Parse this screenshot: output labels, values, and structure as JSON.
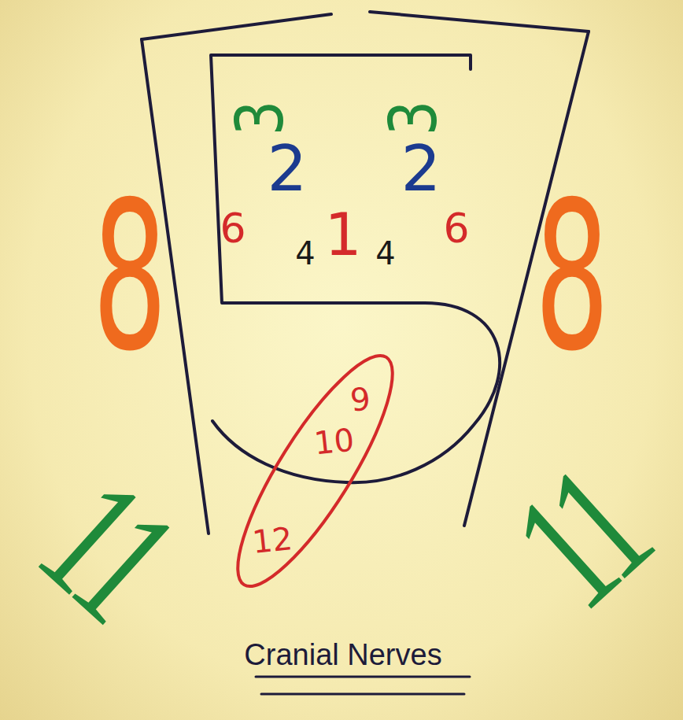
{
  "diagram": {
    "title": "Cranial Nerves",
    "nodes": [
      {
        "text": [
          "9",
          "10",
          "12"
        ]
      }
    ],
    "labels": [
      "3",
      "3",
      "2",
      "2",
      "6",
      "4",
      "1",
      "4",
      "6",
      "8",
      "8",
      "11",
      "11"
    ]
  }
}
